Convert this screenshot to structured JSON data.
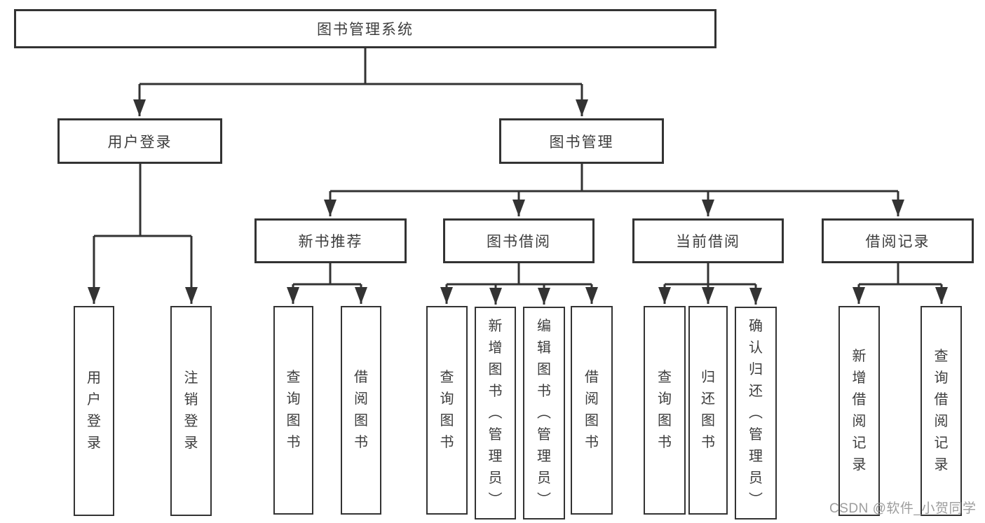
{
  "diagram_title": "图书管理系统",
  "tree": {
    "root": {
      "label": "图书管理系统",
      "children": [
        {
          "label": "用户登录",
          "children": [
            {
              "label": "用户登录"
            },
            {
              "label": "注销登录"
            }
          ]
        },
        {
          "label": "图书管理",
          "children": [
            {
              "label": "新书推荐",
              "children": [
                {
                  "label": "查询图书"
                },
                {
                  "label": "借阅图书"
                }
              ]
            },
            {
              "label": "图书借阅",
              "children": [
                {
                  "label": "查询图书"
                },
                {
                  "label": "新增图书（管理员）"
                },
                {
                  "label": "编辑图书（管理员）"
                },
                {
                  "label": "借阅图书"
                }
              ]
            },
            {
              "label": "当前借阅",
              "children": [
                {
                  "label": "查询图书"
                },
                {
                  "label": "归还图书"
                },
                {
                  "label": "确认归还（管理员）"
                }
              ]
            },
            {
              "label": "借阅记录",
              "children": [
                {
                  "label": "新增借阅记录"
                },
                {
                  "label": "查询借阅记录"
                }
              ]
            }
          ]
        }
      ]
    }
  },
  "watermark": {
    "text": "CSDN @软件_小贺同学"
  },
  "colors": {
    "line": "#333333",
    "box_border": "#333333",
    "text": "#3d3d3d",
    "watermark": "#9d9d9d",
    "background": "#ffffff"
  }
}
